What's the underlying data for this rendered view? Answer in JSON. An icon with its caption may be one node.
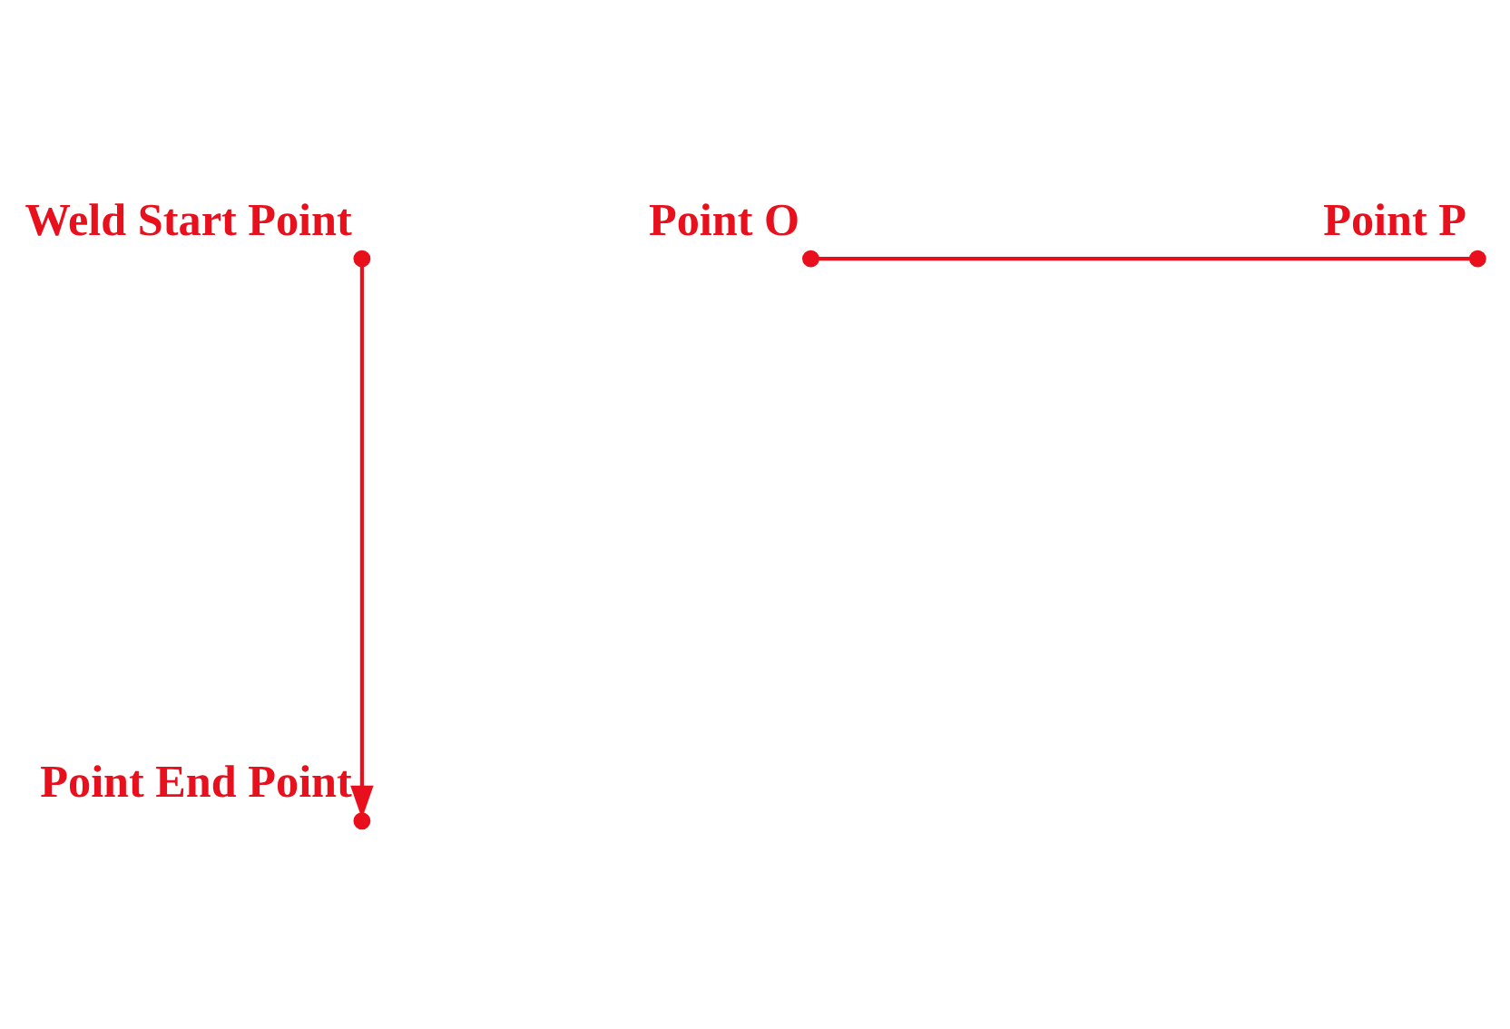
{
  "diagram": {
    "nodes": [
      {
        "text": [],
        "shape": "circle",
        "beside": [
          "Point End Point"
        ]
      },
      {
        "text": [],
        "shape": "circle",
        "beside": [
          "Weld Start Point"
        ]
      },
      {
        "text": [],
        "shape": "circle",
        "beside": [
          "Point O"
        ]
      },
      {
        "text": [],
        "shape": "circle",
        "beside": [
          "Point P"
        ]
      }
    ],
    "edges": [
      {
        "from": 1,
        "to": 0,
        "arrow": "to"
      },
      {
        "from": 2,
        "to": 3,
        "arrow": "none"
      }
    ]
  }
}
